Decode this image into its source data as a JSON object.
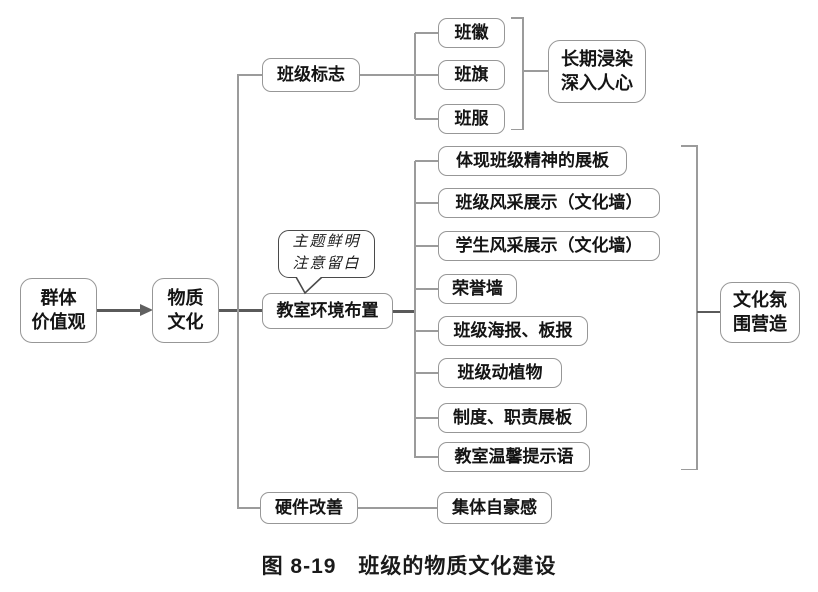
{
  "figure": {
    "caption": "图 8-19　班级的物质文化建设"
  },
  "colors": {
    "box_border": "#979797",
    "connector": "#9b9b9b",
    "connector_strong": "#5a5a5a",
    "text": "#141414",
    "background": "#ffffff"
  },
  "diagram": {
    "root": {
      "label": "群体\n价值观"
    },
    "hub": {
      "label": "物质\n文化"
    },
    "signs": {
      "label": "班级标志",
      "children": [
        {
          "label": "班徽"
        },
        {
          "label": "班旗"
        },
        {
          "label": "班服"
        }
      ],
      "outcome": {
        "label": "长期浸染\n深入人心"
      }
    },
    "environment": {
      "label": "教室环境布置",
      "note": "主题鲜明\n注意留白",
      "children": [
        {
          "label": "体现班级精神的展板"
        },
        {
          "label": "班级风采展示（文化墙）"
        },
        {
          "label": "学生风采展示（文化墙）"
        },
        {
          "label": "荣誉墙"
        },
        {
          "label": "班级海报、板报"
        },
        {
          "label": "班级动植物"
        },
        {
          "label": "制度、职责展板"
        },
        {
          "label": "教室温馨提示语"
        }
      ],
      "outcome": {
        "label": "文化氛\n围营造"
      }
    },
    "hardware": {
      "label": "硬件改善",
      "outcome": {
        "label": "集体自豪感"
      }
    }
  }
}
